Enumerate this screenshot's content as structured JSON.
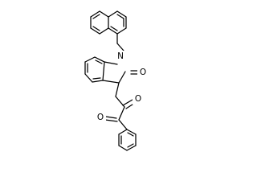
{
  "diagram": {
    "type": "chemical-structure",
    "background_color": "#ffffff",
    "bond_color": "#000000",
    "atoms": [
      {
        "id": "n1",
        "element": "N",
        "label": "N"
      },
      {
        "id": "o_lactam",
        "element": "O",
        "label": "O"
      },
      {
        "id": "o_ketone_2",
        "element": "O",
        "label": "O"
      },
      {
        "id": "o_ketone_4",
        "element": "O",
        "label": "O"
      }
    ]
  }
}
